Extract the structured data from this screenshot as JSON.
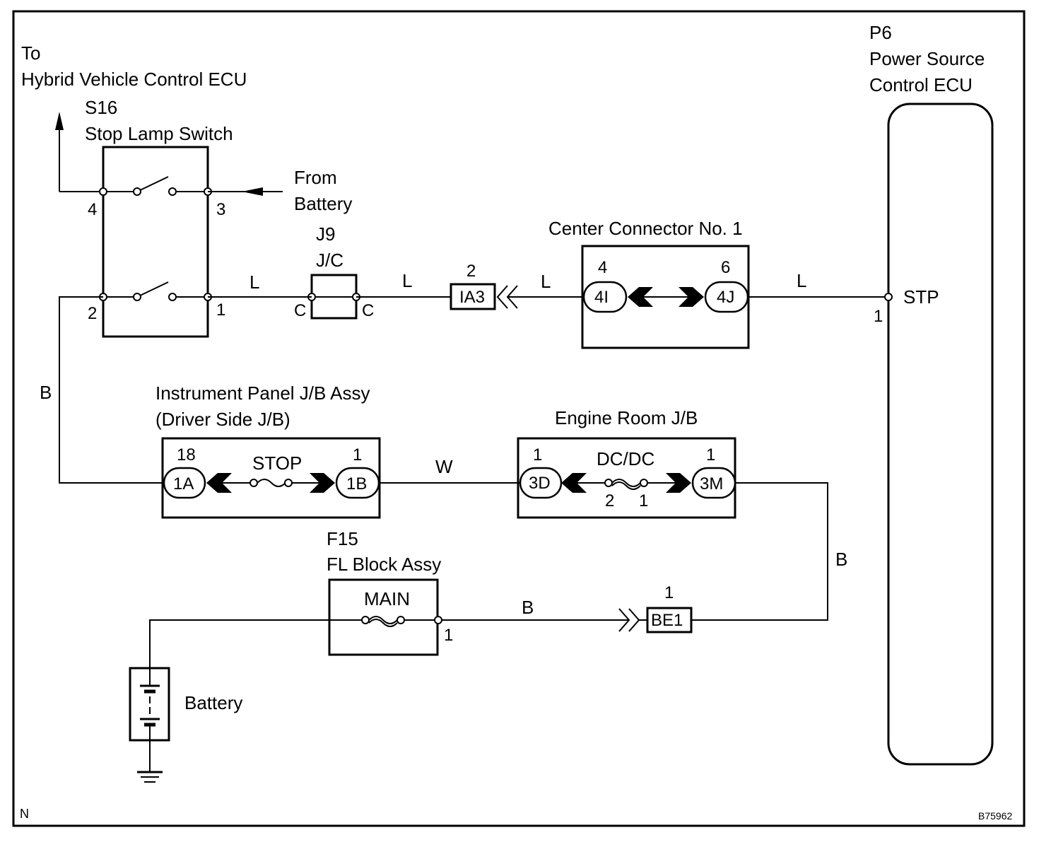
{
  "labels": {
    "to_line1": "To",
    "to_line2": "Hybrid Vehicle Control ECU",
    "s16_id": "S16",
    "s16_name": "Stop Lamp Switch",
    "from1": "From",
    "from2": "Battery",
    "j9_id": "J9",
    "j9_name": "J/C",
    "center_conn": "Center Connector No. 1",
    "p6_id": "P6",
    "p6_name1": "Power Source",
    "p6_name2": "Control ECU",
    "stp": "STP",
    "ip_jb1": "Instrument Panel J/B Assy",
    "ip_jb2": "(Driver Side J/B)",
    "er_jb": "Engine Room J/B",
    "f15_id": "F15",
    "f15_name": "FL Block Assy",
    "battery": "Battery",
    "corner_left": "N",
    "corner_right": "B75962"
  },
  "pins": {
    "s16_4": "4",
    "s16_3": "3",
    "s16_2": "2",
    "s16_1": "1",
    "j9_c_left": "C",
    "j9_c_right": "C",
    "ia3_pin": "2",
    "c4i_pin": "4",
    "c4j_pin": "6",
    "p6_pin": "1",
    "ip_1a_pin": "18",
    "ip_1b_pin": "1",
    "er_3d_pin": "1",
    "er_3m_pin": "1",
    "er_fuse_2": "2",
    "er_fuse_1": "1",
    "f15_pin": "1",
    "be1_pin": "1"
  },
  "connectors": {
    "ia3": "IA3",
    "c4i": "4I",
    "c4j": "4J",
    "ip_1a": "1A",
    "ip_1b": "1B",
    "er_3d": "3D",
    "er_3m": "3M",
    "be1": "BE1"
  },
  "fuses": {
    "stop": "STOP",
    "dcdc": "DC/DC",
    "main": "MAIN"
  },
  "wires": {
    "s16_j9": "L",
    "j9_ia3": "L",
    "ia3_center": "L",
    "center_p6": "L",
    "s16_ipjb": "B",
    "ip_er": "W",
    "er_be1": "B",
    "f15_be1": "B"
  }
}
